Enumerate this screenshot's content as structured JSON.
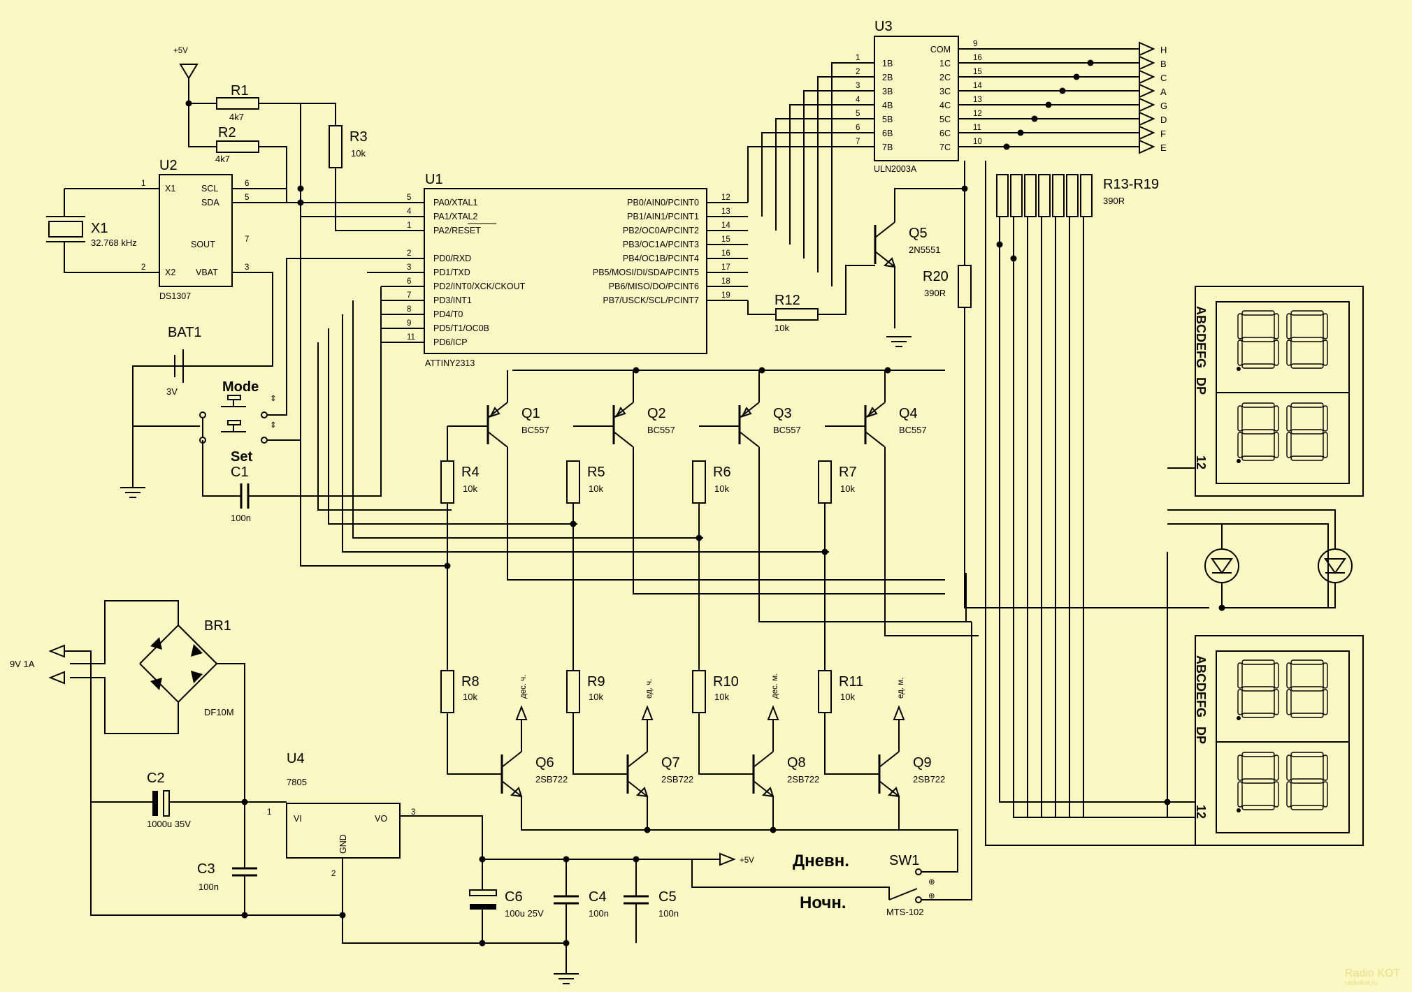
{
  "components": {
    "u1": {
      "ref": "U1",
      "part": "ATTINY2313",
      "left_pins": [
        "PA0/XTAL1",
        "PA1/XTAL2",
        "PA2/RESET",
        "PD0/RXD",
        "PD1/TXD",
        "PD2/INT0/XCK/CKOUT",
        "PD3/INT1",
        "PD4/T0",
        "PD5/T1/OC0B",
        "PD6/ICP"
      ],
      "left_nums": [
        "5",
        "4",
        "1",
        "2",
        "3",
        "6",
        "7",
        "8",
        "9",
        "11"
      ],
      "right_pins": [
        "PB0/AIN0/PCINT0",
        "PB1/AIN1/PCINT1",
        "PB2/OC0A/PCINT2",
        "PB3/OC1A/PCINT3",
        "PB4/OC1B/PCINT4",
        "PB5/MOSI/DI/SDA/PCINT5",
        "PB6/MISO/DO/PCINT6",
        "PB7/USCK/SCL/PCINT7"
      ],
      "right_nums": [
        "12",
        "13",
        "14",
        "15",
        "16",
        "17",
        "18",
        "19"
      ]
    },
    "u2": {
      "ref": "U2",
      "part": "DS1307",
      "pins": [
        "X1",
        "X2",
        "SCL",
        "SDA",
        "SOUT",
        "VBAT"
      ]
    },
    "u3": {
      "ref": "U3",
      "part": "ULN2003A",
      "left_pins": [
        "1B",
        "2B",
        "3B",
        "4B",
        "5B",
        "6B",
        "7B"
      ],
      "left_nums": [
        "1",
        "2",
        "3",
        "4",
        "5",
        "6",
        "7"
      ],
      "right_pins": [
        "COM",
        "1C",
        "2C",
        "3C",
        "4C",
        "5C",
        "6C",
        "7C"
      ],
      "right_nums": [
        "9",
        "16",
        "15",
        "14",
        "13",
        "12",
        "11",
        "10"
      ]
    },
    "u4": {
      "ref": "U4",
      "value": "7805",
      "pins": [
        "VI",
        "VO",
        "GND"
      ]
    },
    "x1": {
      "ref": "X1",
      "value": "32.768 kHz"
    },
    "bat1": {
      "ref": "BAT1",
      "value": "3V"
    },
    "mode": {
      "label": "Mode"
    },
    "set": {
      "label": "Set"
    },
    "br1": {
      "ref": "BR1",
      "value": "DF10M"
    },
    "sw1": {
      "ref": "SW1",
      "value": "MTS-102",
      "day": "Дневн.",
      "night": "Ночн."
    },
    "r": [
      {
        "ref": "R1",
        "value": "4k7"
      },
      {
        "ref": "R2",
        "value": "4k7"
      },
      {
        "ref": "R3",
        "value": "10k"
      },
      {
        "ref": "R4",
        "value": "10k"
      },
      {
        "ref": "R5",
        "value": "10k"
      },
      {
        "ref": "R6",
        "value": "10k"
      },
      {
        "ref": "R7",
        "value": "10k"
      },
      {
        "ref": "R8",
        "value": "10k"
      },
      {
        "ref": "R9",
        "value": "10k"
      },
      {
        "ref": "R10",
        "value": "10k"
      },
      {
        "ref": "R11",
        "value": "10k"
      },
      {
        "ref": "R12",
        "value": "10k"
      },
      {
        "ref": "R20",
        "value": "390R"
      },
      {
        "ref": "R13-R19",
        "value": "390R"
      }
    ],
    "q": [
      {
        "ref": "Q1",
        "value": "BC557"
      },
      {
        "ref": "Q2",
        "value": "BC557"
      },
      {
        "ref": "Q3",
        "value": "BC557"
      },
      {
        "ref": "Q4",
        "value": "BC557"
      },
      {
        "ref": "Q5",
        "value": "2N5551"
      },
      {
        "ref": "Q6",
        "value": "2SB722"
      },
      {
        "ref": "Q7",
        "value": "2SB722"
      },
      {
        "ref": "Q8",
        "value": "2SB722"
      },
      {
        "ref": "Q9",
        "value": "2SB722"
      }
    ],
    "c": [
      {
        "ref": "C1",
        "value": "100n"
      },
      {
        "ref": "C2",
        "value": "1000u 35V"
      },
      {
        "ref": "C3",
        "value": "100n"
      },
      {
        "ref": "C4",
        "value": "100n"
      },
      {
        "ref": "C5",
        "value": "100n"
      },
      {
        "ref": "C6",
        "value": "100u 25V"
      }
    ]
  },
  "pin_numbers": {
    "u2": [
      "1",
      "2",
      "6",
      "5",
      "7",
      "3"
    ],
    "u4": [
      "1",
      "3",
      "2"
    ]
  },
  "segment_outputs": [
    "H",
    "B",
    "C",
    "A",
    "G",
    "D",
    "F",
    "E"
  ],
  "display": {
    "segments_label": "ABCDEFG",
    "dp_label": "DP",
    "digits_label": "12"
  },
  "test_points": [
    "дес. ч.",
    "ед. ч.",
    "дес. м.",
    "ед. м."
  ],
  "labels": {
    "vcc": "+5V",
    "input": "9V 1A",
    "watermark_main": "Radio KOT",
    "watermark_url": "radiokot.ru"
  }
}
